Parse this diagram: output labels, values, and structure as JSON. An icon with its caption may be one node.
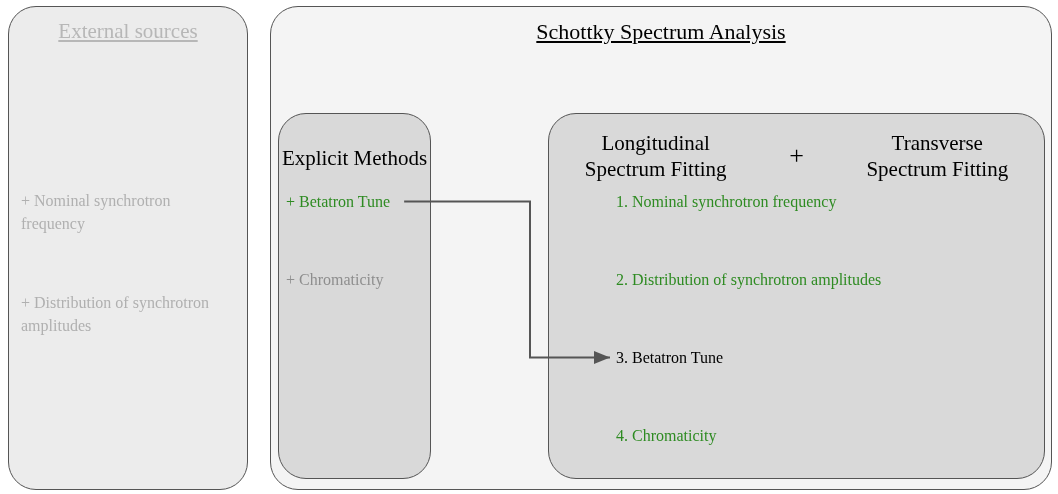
{
  "diagram": {
    "nodes": [
      {
        "text": [
          "External sources"
        ]
      },
      {
        "text": [
          "+ Nominal synchrotron frequency"
        ],
        "in": 0
      },
      {
        "text": [
          "+ Distribution of synchrotron amplitudes"
        ],
        "in": 0
      },
      {
        "text": [
          "Schottky Spectrum Analysis"
        ]
      },
      {
        "text": [
          "Explicit Methods"
        ],
        "in": 3
      },
      {
        "text": [
          "+ Betatron Tune"
        ],
        "in": 4
      },
      {
        "text": [
          "+ Chromaticity"
        ],
        "in": 4
      },
      {
        "text": [
          "Longitudinal Spectrum Fitting",
          "+",
          "Transverse Spectrum Fitting"
        ],
        "in": 3
      },
      {
        "text": [
          "1. Nominal synchrotron frequency"
        ],
        "in": 7
      },
      {
        "text": [
          "2. Distribution of synchrotron amplitudes"
        ],
        "in": 7
      },
      {
        "text": [
          "3. Betatron Tune"
        ],
        "in": 7
      },
      {
        "text": [
          "4. Chromaticity"
        ],
        "in": 7
      }
    ],
    "edges": [
      {
        "from": 5,
        "to": 10,
        "arrow": "to"
      }
    ]
  }
}
